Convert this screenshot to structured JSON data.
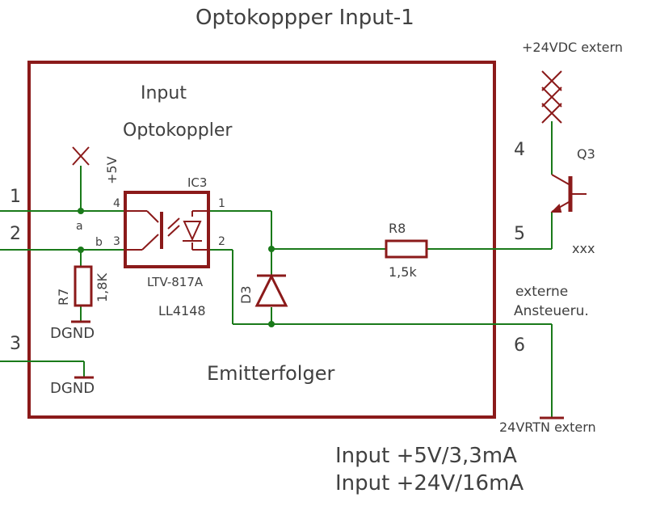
{
  "title": "Optokoppper  Input-1",
  "labels": {
    "box_title_1": "Input",
    "box_title_2": "Optokoppler",
    "box_footer": "Emitterfolger",
    "pin1": "1",
    "pin2": "2",
    "pin3": "3",
    "pin4": "4",
    "pin5": "5",
    "pin6": "6",
    "supply_5v": "+5V",
    "node_a": "a",
    "node_b": "b",
    "ic_name": "IC3",
    "ic_part": "LTV-817A",
    "ic_pin4": "4",
    "ic_pin3": "3",
    "ic_pin1": "1",
    "ic_pin2": "2",
    "r7_name": "R7",
    "r7_value": "1,8K",
    "dgnd_1": "DGND",
    "dgnd_2": "DGND",
    "d3_name": "D3",
    "d3_part": "LL4148",
    "r8_name": "R8",
    "r8_value": "1,5k",
    "q3_name": "Q3",
    "q3_part": "xxx",
    "supply_24v": "+24VDC extern",
    "ext_1": "externe",
    "ext_2": "Ansteueru.",
    "rtn_24v": "24VRTN extern",
    "spec_1": "Input +5V/3,3mA",
    "spec_2": "Input +24V/16mA"
  },
  "colors": {
    "box": "#8b1a1a",
    "wire": "#1a7a1a",
    "component": "#8b1a1a",
    "text": "#404040"
  }
}
